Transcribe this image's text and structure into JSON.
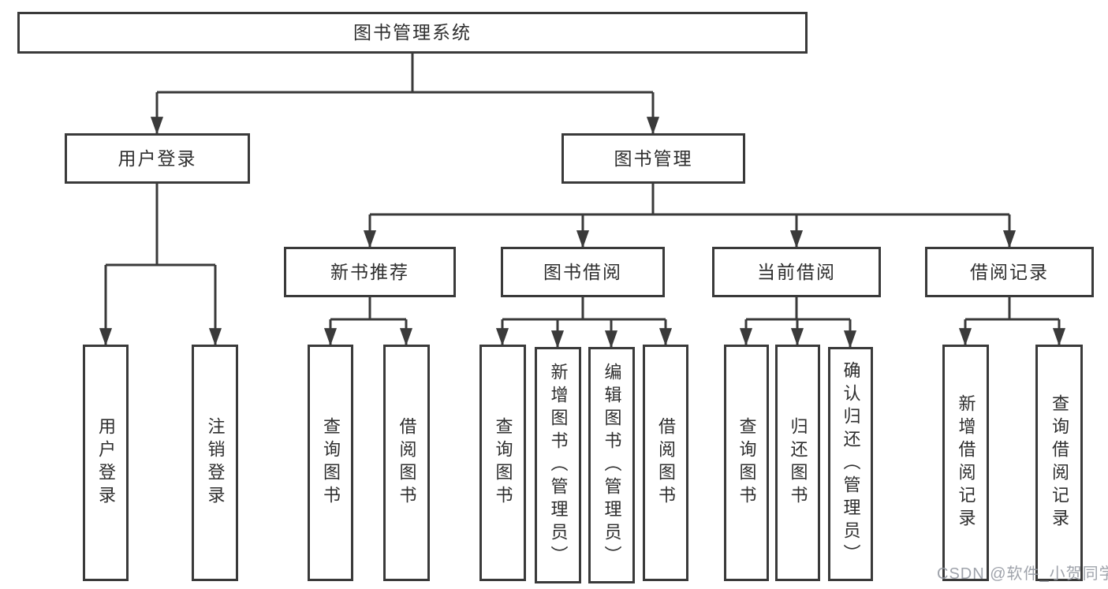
{
  "diagram": {
    "root": "图书管理系统",
    "level1": [
      "用户登录",
      "图书管理"
    ],
    "level2": [
      "新书推荐",
      "图书借阅",
      "当前借阅",
      "借阅记录"
    ],
    "leaves": {
      "user": [
        "用户登录",
        "注销登录"
      ],
      "recommend": [
        "查询图书",
        "借阅图书"
      ],
      "borrow": [
        "查询图书",
        "新增图书（管理员）",
        "编辑图书（管理员）",
        "借阅图书"
      ],
      "current": [
        "查询图书",
        "归还图书",
        "确认归还（管理员）"
      ],
      "records": [
        "新增借阅记录",
        "查询借阅记录"
      ]
    }
  },
  "watermark": "CSDN @软件_小贺同学",
  "colors": {
    "line": "#3a3a3a",
    "box_border": "#3a3a3a",
    "text": "#2e2e2e",
    "watermark": "#979ba4",
    "background": "#ffffff"
  }
}
